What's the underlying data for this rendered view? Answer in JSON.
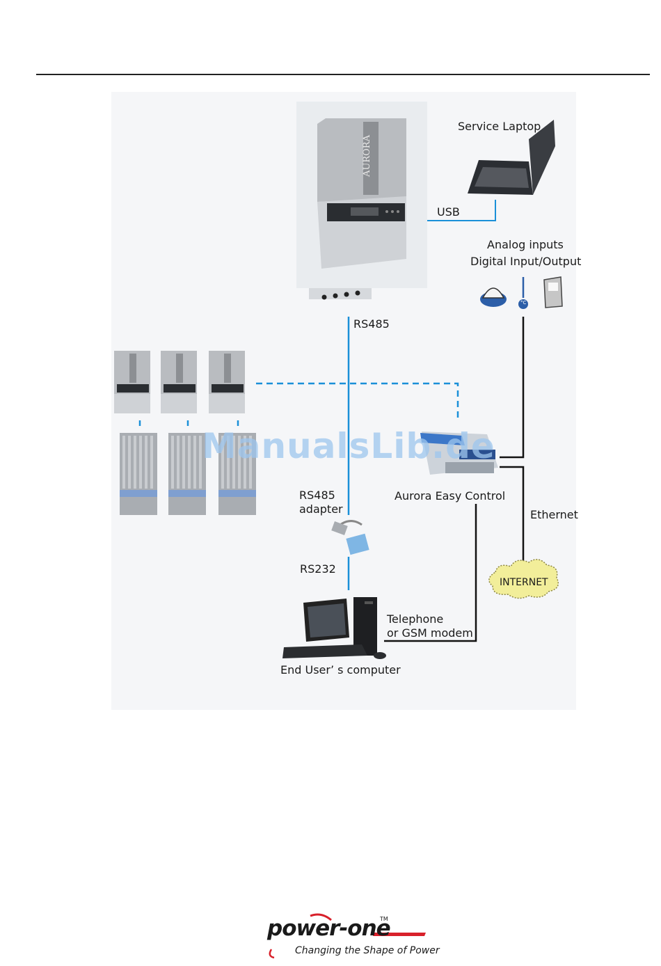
{
  "labels": {
    "service_laptop": "Service Laptop",
    "usb": "USB",
    "analog_inputs": "Analog inputs",
    "digital_io": "Digital Input/Output",
    "rs485_top": "RS485",
    "rs485_adapter_line1": "RS485",
    "rs485_adapter_line2": "adapter",
    "aurora_easy_control": "Aurora Easy Control",
    "ethernet": "Ethernet",
    "rs232": "RS232",
    "internet": "INTERNET",
    "telephone_line1": "Telephone",
    "telephone_line2": "or GSM modem",
    "end_user_computer": "End User’ s computer",
    "inverter_brand": "AURORA",
    "sensor_unit": "°C"
  },
  "watermark": "ManualsLib.de",
  "logo": {
    "name": "power-one",
    "tm": "TM",
    "tagline": "Changing the Shape of Power"
  },
  "colors": {
    "rs485_line": "#1a90d8",
    "control_line": "#111111",
    "internet_cloud": "#f2ee9a",
    "logo_red": "#d8202a"
  }
}
